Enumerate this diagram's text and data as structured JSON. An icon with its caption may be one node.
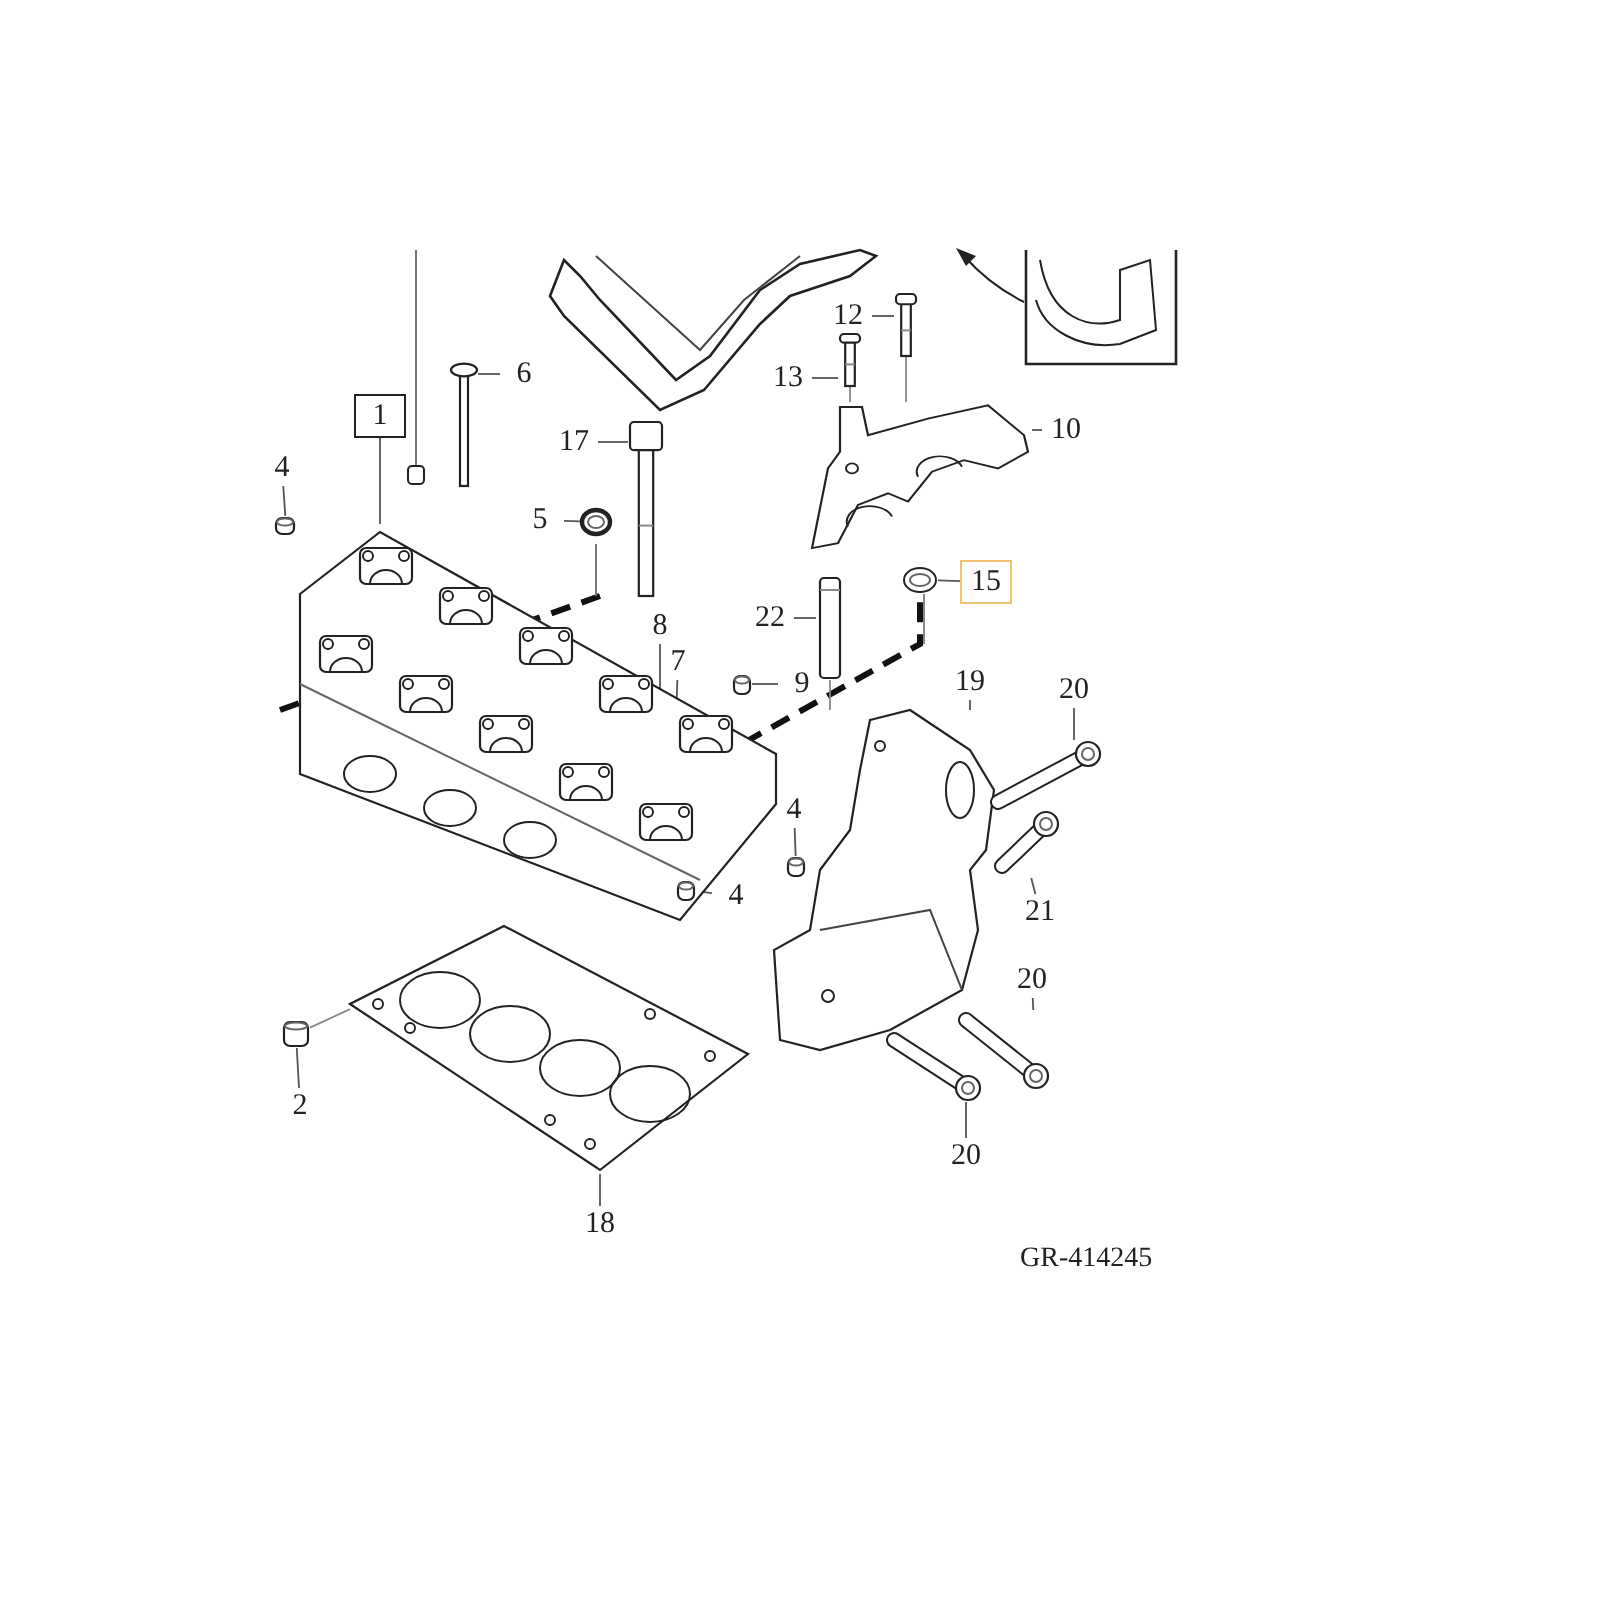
{
  "diagram": {
    "nodes": [
      {
        "text": [],
        "shape": "picture"
      },
      {
        "text": [
          "1"
        ]
      },
      {
        "text": [
          "4"
        ]
      },
      {
        "text": [
          "6"
        ]
      },
      {
        "text": [
          "5"
        ]
      },
      {
        "text": [
          "17"
        ]
      },
      {
        "text": [
          "8"
        ],
        "in": 0
      },
      {
        "text": [
          "7"
        ],
        "in": 0
      },
      {
        "text": [
          "9"
        ]
      },
      {
        "text": [
          "4"
        ]
      },
      {
        "text": [
          "4"
        ],
        "in": 0
      },
      {
        "text": [
          "2"
        ]
      },
      {
        "text": [
          "18"
        ]
      },
      {
        "text": [
          "12"
        ]
      },
      {
        "text": [
          "13"
        ]
      },
      {
        "text": [
          "10"
        ]
      },
      {
        "text": [
          "15"
        ]
      },
      {
        "text": [
          "22"
        ]
      },
      {
        "text": [
          "19"
        ]
      },
      {
        "text": [
          "20"
        ]
      },
      {
        "text": [
          "21"
        ]
      },
      {
        "text": [
          "20"
        ]
      },
      {
        "text": [
          "20"
        ]
      },
      {
        "text": [],
        "shape": "picture"
      },
      {
        "text": [],
        "shape": "picture"
      },
      {
        "text": [],
        "shape": "picture"
      },
      {
        "text": [],
        "shape": "picture",
        "in": 0
      },
      {
        "text": [],
        "shape": "picture"
      },
      {
        "text": [],
        "shape": "picture"
      },
      {
        "text": [],
        "shape": "picture",
        "in": 0
      },
      {
        "text": [],
        "shape": "picture"
      },
      {
        "text": [],
        "shape": "picture"
      },
      {
        "text": [],
        "shape": "picture"
      },
      {
        "text": [],
        "shape": "picture"
      },
      {
        "text": [],
        "shape": "picture"
      },
      {
        "text": [],
        "shape": "picture"
      },
      {
        "text": [],
        "shape": "picture"
      },
      {
        "text": [],
        "shape": "picture"
      },
      {
        "text": [],
        "shape": "picture"
      },
      {
        "text": [],
        "shape": "picture"
      },
      {
        "text": [],
        "shape": "picture"
      },
      {
        "text": [],
        "shape": "picture"
      }
    ],
    "edges": [
      {
        "from": 1,
        "to": 0,
        "arrow": "none"
      },
      {
        "from": 2,
        "to": 27,
        "arrow": "none"
      },
      {
        "from": 3,
        "to": 23,
        "arrow": "none"
      },
      {
        "from": 4,
        "to": 24,
        "arrow": "none"
      },
      {
        "from": 5,
        "to": 25,
        "arrow": "none"
      },
      {
        "from": 6,
        "to": null,
        "arrow": "none"
      },
      {
        "from": 7,
        "to": null,
        "arrow": "none"
      },
      {
        "from": 8,
        "to": 26,
        "arrow": "none"
      },
      {
        "from": 9,
        "to": 28,
        "arrow": "none"
      },
      {
        "from": 10,
        "to": 29,
        "arrow": "none"
      },
      {
        "from": 11,
        "to": 30,
        "arrow": "none"
      },
      {
        "from": 12,
        "to": 31,
        "arrow": "none"
      },
      {
        "from": 13,
        "to": 32,
        "arrow": "none"
      },
      {
        "from": 14,
        "to": 33,
        "arrow": "none"
      },
      {
        "from": 15,
        "to": 34,
        "arrow": "none"
      },
      {
        "from": 16,
        "to": 35,
        "arrow": "none"
      },
      {
        "from": 17,
        "to": 36,
        "arrow": "none"
      },
      {
        "from": 18,
        "to": 37,
        "arrow": "none"
      },
      {
        "from": 19,
        "to": 38,
        "arrow": "none"
      },
      {
        "from": 20,
        "to": 39,
        "arrow": "none"
      },
      {
        "from": 21,
        "to": 40,
        "arrow": "none"
      },
      {
        "from": 22,
        "to": 41,
        "arrow": "none"
      },
      {
        "from": 36,
        "to": 37,
        "arrow": "none",
        "color": "#888888"
      },
      {
        "from": 30,
        "to": 31,
        "arrow": "none",
        "color": "#888888"
      },
      {
        "from": 32,
        "to": 34,
        "arrow": "none",
        "color": "#888888"
      },
      {
        "from": 33,
        "to": 34,
        "arrow": "none",
        "color": "#888888"
      }
    ],
    "labels": [
      "GR-414245"
    ]
  }
}
